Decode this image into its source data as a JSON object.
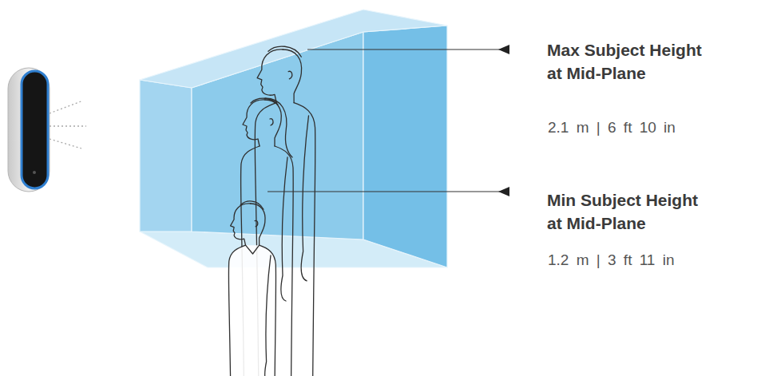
{
  "diagram": {
    "labels": [
      "Max Subject Height at Mid-Plane",
      "2.1 m | 6 ft 10 in",
      "Min Subject Height at Mid-Plane",
      "1.2 m | 3 ft 11 in"
    ]
  }
}
